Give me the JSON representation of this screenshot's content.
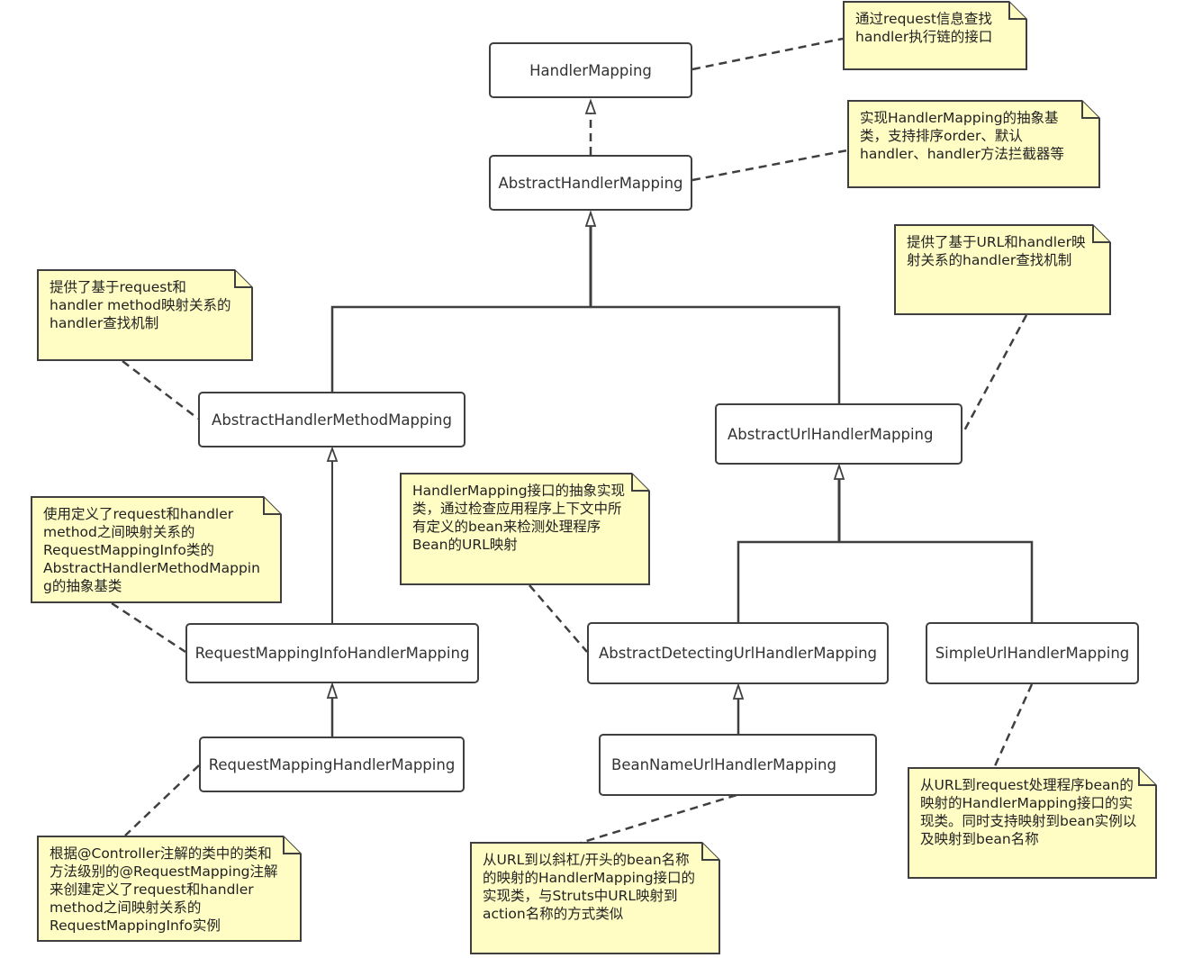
{
  "classes": {
    "handler_mapping": "HandlerMapping",
    "abstract_handler_mapping": "AbstractHandlerMapping",
    "abstract_handler_method_mapping": "AbstractHandlerMethodMapping",
    "abstract_url_handler_mapping": "AbstractUrlHandlerMapping",
    "request_mapping_info_handler_mapping": "RequestMappingInfoHandlerMapping",
    "abstract_detecting_url_handler_mapping": "AbstractDetectingUrlHandlerMapping",
    "simple_url_handler_mapping": "SimpleUrlHandlerMapping",
    "request_mapping_handler_mapping": "RequestMappingHandlerMapping",
    "bean_name_url_handler_mapping": "BeanNameUrlHandlerMapping"
  },
  "notes": {
    "handler_mapping": "通过request信息查找\nhandler执行链的接口",
    "abstract_handler_mapping": "实现HandlerMapping的抽象基\n类，支持排序order、默认\nhandler、handler方法拦截器等",
    "abstract_handler_method_mapping": "提供了基于request和\nhandler method映射关系的\nhandler查找机制",
    "abstract_url_handler_mapping": "提供了基于URL和handler映\n射关系的handler查找机制",
    "request_mapping_info_handler_mapping": "使用定义了request和handler\nmethod之间映射关系的\nRequestMappingInfo类的\nAbstractHandlerMethodMappin\ng的抽象基类",
    "abstract_detecting_url_handler_mapping": "HandlerMapping接口的抽象实现\n类，通过检查应用程序上下文中所\n有定义的bean来检测处理程序\nBean的URL映射",
    "request_mapping_handler_mapping": "根据@Controller注解的类中的类和\n方法级别的@RequestMapping注解\n来创建定义了request和handler\nmethod之间映射关系的\nRequestMappingInfo实例",
    "bean_name_url_handler_mapping": "从URL到以斜杠/开头的bean名称\n的映射的HandlerMapping接口的\n实现类，与Struts中URL映射到\naction名称的方式类似",
    "simple_url_handler_mapping": "从URL到request处理程序bean的\n映射的HandlerMapping接口的实\n现类。同时支持映射到bean实例以\n及映射到bean名称"
  },
  "colors": {
    "note_fill": "#fffdc4",
    "border": "#3f3f3f",
    "box_fill": "#ffffff"
  }
}
